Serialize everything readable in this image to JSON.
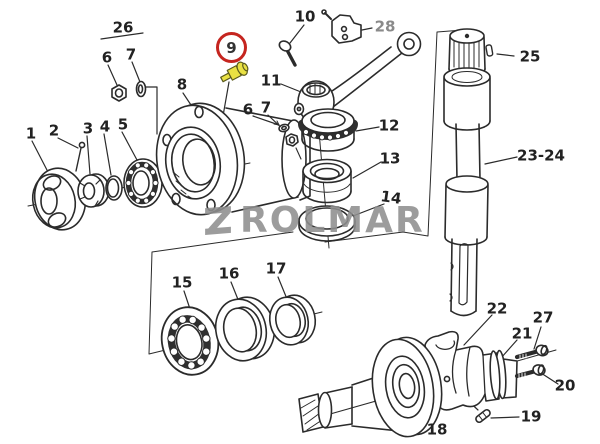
{
  "background": "#ffffff",
  "brand": {
    "name": "ROLMAR",
    "logo_color": "#8f8f8f"
  },
  "highlight": {
    "circled_part": "9",
    "circle_color": "#c5251f",
    "part_fill": "#e9e143"
  },
  "labels": {
    "p1": "1",
    "p2": "2",
    "p3": "3",
    "p4": "4",
    "p5": "5",
    "p6_left": "6",
    "p7_left": "7",
    "p8": "8",
    "p9": "9",
    "p10": "10",
    "p11": "11",
    "p6_right": "6",
    "p7_right": "7",
    "p12": "12",
    "p13": "13",
    "p14": "14",
    "p15": "15",
    "p16": "16",
    "p17": "17",
    "p18": "18",
    "p19": "19",
    "p20": "20",
    "p21": "21",
    "p22": "22",
    "p23_24": "23-24",
    "p25": "25",
    "p26": "26",
    "p27": "27",
    "p28": "28"
  }
}
